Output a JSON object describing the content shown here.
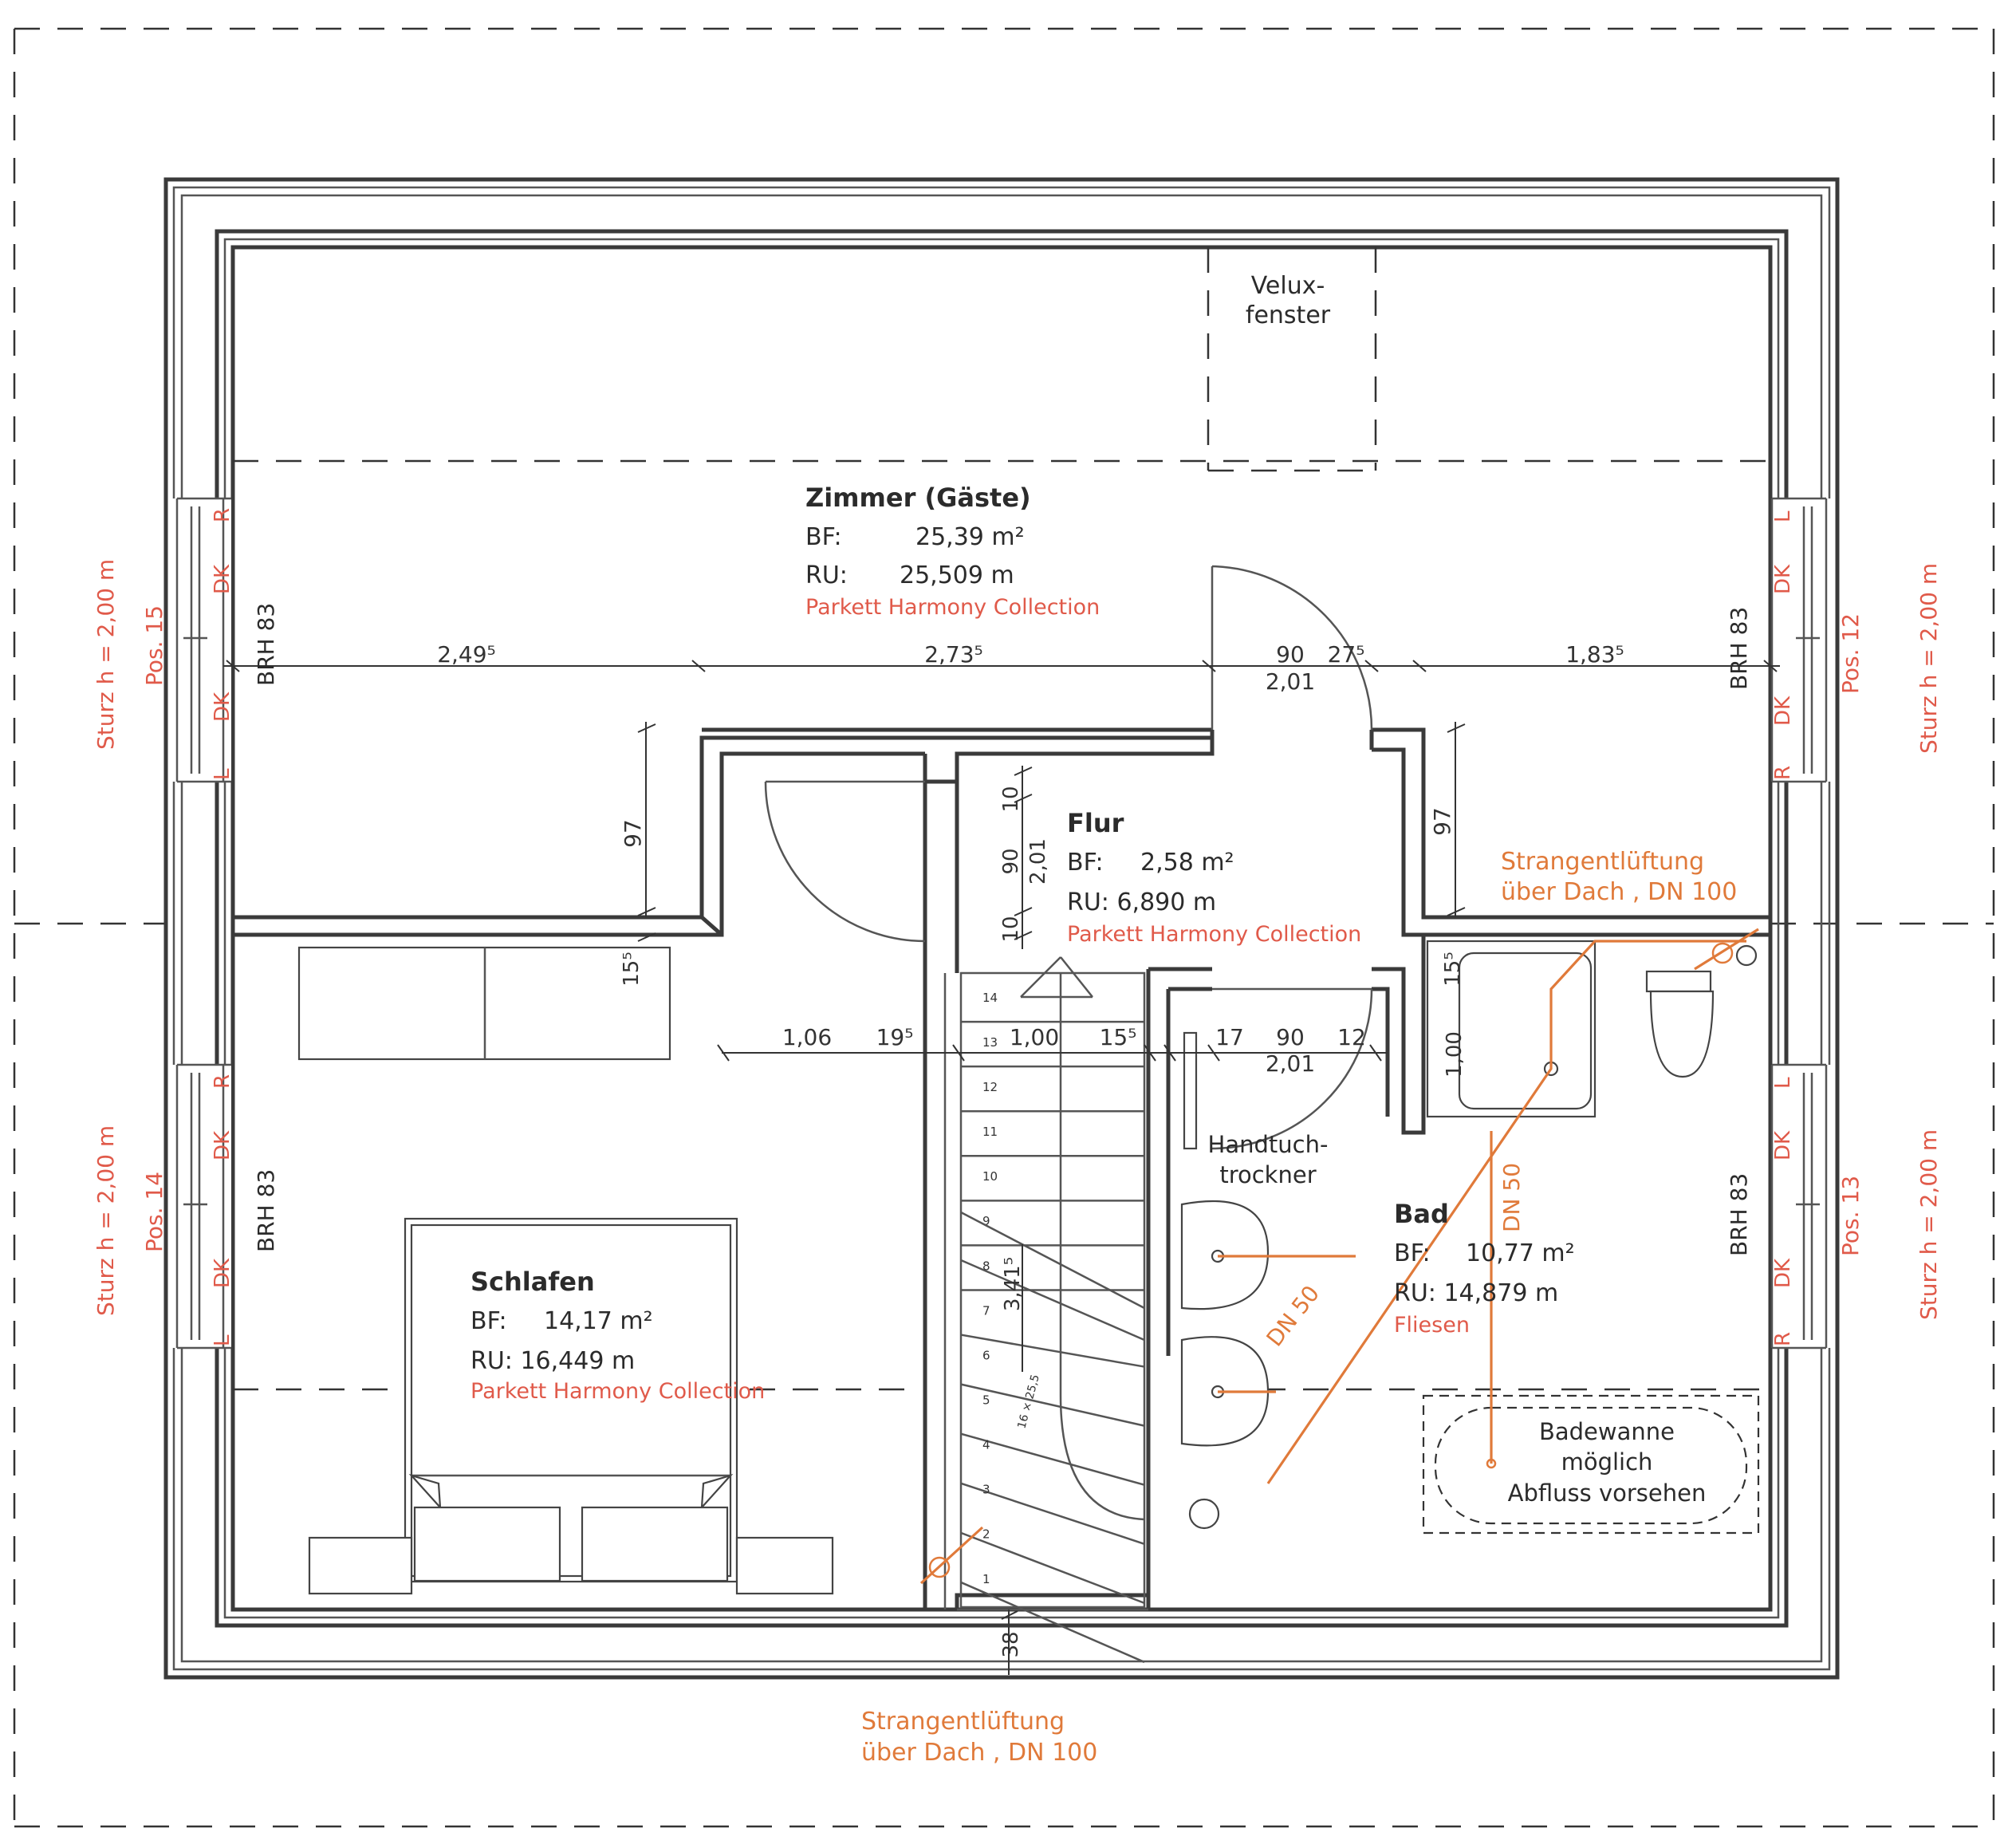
{
  "rooms": {
    "zimmer": {
      "name": "Zimmer (Gäste)",
      "bf_label": "BF:",
      "bf_value": "25,39 m²",
      "ru_label": "RU:",
      "ru_value": "25,509 m",
      "floor": "Parkett Harmony Collection"
    },
    "flur": {
      "name": "Flur",
      "bf_label": "BF:",
      "bf_value": "2,58 m²",
      "ru_text": "RU: 6,890 m",
      "floor": "Parkett Harmony Collection"
    },
    "schlafen": {
      "name": "Schlafen",
      "bf_label": "BF:",
      "bf_value": "14,17 m²",
      "ru_text": "RU: 16,449 m",
      "floor": "Parkett Harmony Collection"
    },
    "bad": {
      "name": "Bad",
      "bf_label": "BF:",
      "bf_value": "10,77 m²",
      "ru_text": "RU: 14,879 m",
      "floor": "Fliesen"
    }
  },
  "labels": {
    "velux_1": "Velux-",
    "velux_2": "fenster",
    "handtuch_1": "Handtuch-",
    "handtuch_2": "trockner",
    "badewanne_1": "Badewanne",
    "badewanne_2": "möglich",
    "badewanne_3": "Abfluss vorsehen",
    "vent_top_1": "Strangentlüftung",
    "vent_top_2": "über Dach , DN 100",
    "vent_bottom_1": "Strangentlüftung",
    "vent_bottom_2": "über Dach , DN 100",
    "dn50_a": "DN 50",
    "dn50_b": "DN 50"
  },
  "windows": {
    "sturz": "Sturz h = 2,00 m",
    "brh": "BRH 83",
    "pos_15": "Pos. 15",
    "pos_14": "Pos. 14",
    "pos_12": "Pos. 12",
    "pos_13": "Pos. 13",
    "r": "R",
    "dk": "DK",
    "l": "L"
  },
  "dimensions": {
    "d_249": "2,49⁵",
    "d_273": "2,73⁵",
    "d_90_top": "90",
    "d_275": "27⁵",
    "d_201_top": "2,01",
    "d_183": "1,83⁵",
    "d_97_left": "97",
    "d_97_right": "97",
    "d_10_a": "10",
    "d_90_v": "90",
    "d_201_v": "2,01",
    "d_10_b": "10",
    "d_155_left": "15⁵",
    "d_155_right": "15⁵",
    "d_106": "1,06",
    "d_195": "19⁵",
    "d_100": "1,00",
    "d_155_mid": "15⁵",
    "d_17": "17",
    "d_90_mid": "90",
    "d_12": "12",
    "d_201_mid": "2,01",
    "d_100_v": "1,00",
    "d_38": "38",
    "d_stair": "3,41⁵",
    "d_stair_small": "16 × 25,5"
  },
  "stair_steps": [
    "14",
    "13",
    "12",
    "11",
    "10",
    "9",
    "8",
    "7",
    "6",
    "5",
    "4",
    "3",
    "2",
    "1"
  ]
}
